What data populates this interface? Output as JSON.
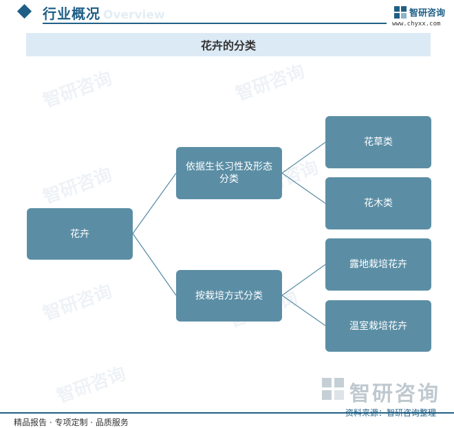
{
  "header": {
    "section_title": "行业概况",
    "section_subtitle": "Overview",
    "logo_name": "智研咨询",
    "logo_url": "www.chyxx.com"
  },
  "title": "花卉的分类",
  "diagram": {
    "root": "花卉",
    "branches": [
      {
        "label": "依据生长习性及形态分类",
        "children": [
          "花草类",
          "花木类"
        ]
      },
      {
        "label": "按栽培方式分类",
        "children": [
          "露地栽培花卉",
          "温室栽培花卉"
        ]
      }
    ]
  },
  "watermark": {
    "brand": "智研咨询"
  },
  "footer": {
    "left": "精品报告 · 专项定制 · 品质服务",
    "source": "资料来源：智研咨询整理",
    "brand": "智研咨询"
  },
  "colors": {
    "primary": "#1f5f86",
    "node": "#5b8ea5",
    "title_bar": "#dceaf5"
  }
}
